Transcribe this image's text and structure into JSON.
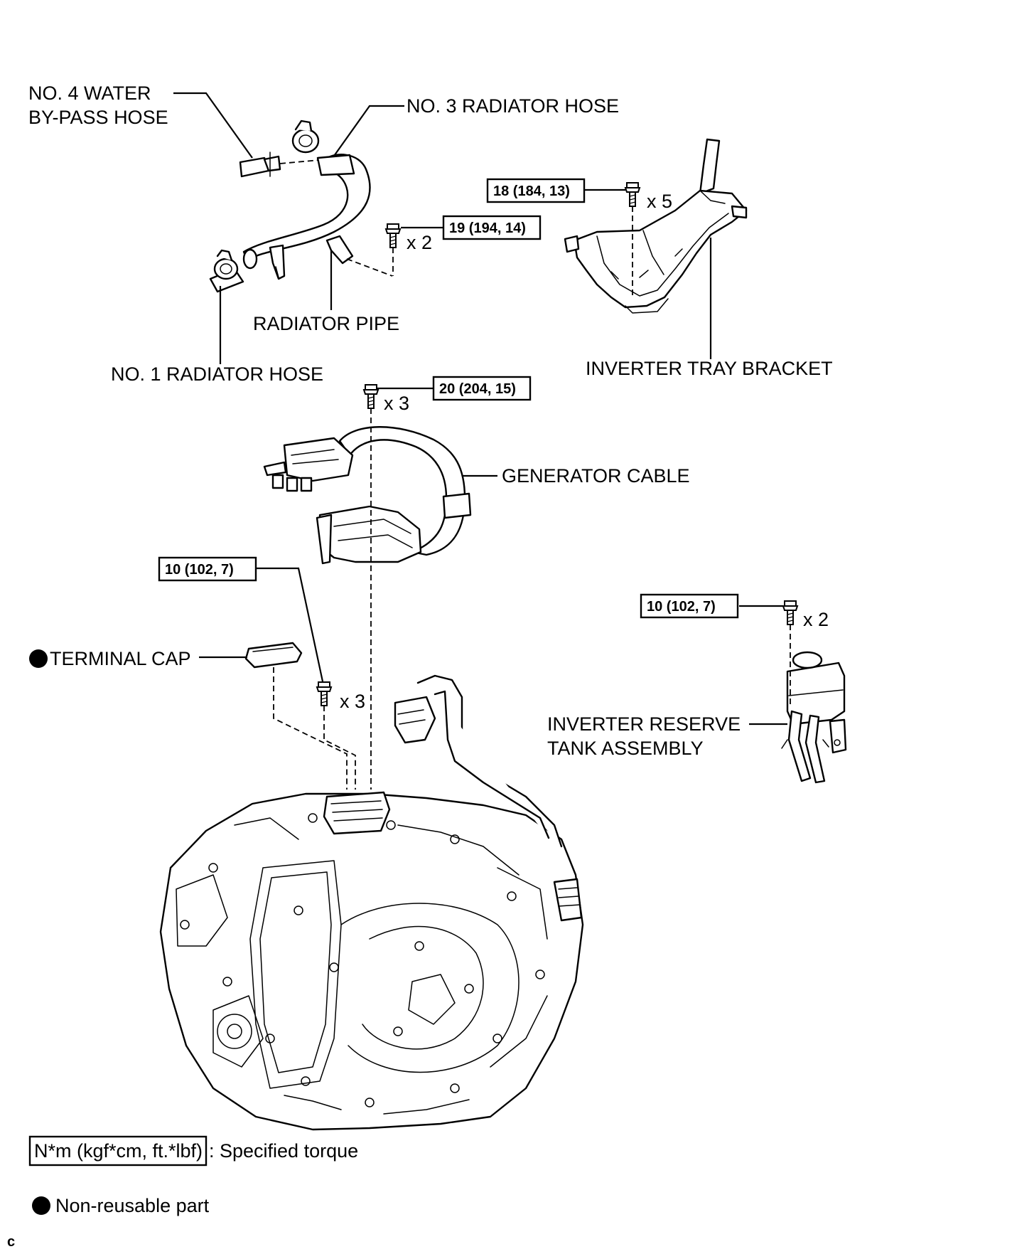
{
  "labels": {
    "no4_water_bypass_hose_line1": "NO. 4 WATER",
    "no4_water_bypass_hose_line2": "BY-PASS HOSE",
    "no3_radiator_hose": "NO. 3 RADIATOR HOSE",
    "radiator_pipe": "RADIATOR PIPE",
    "no1_radiator_hose": "NO. 1 RADIATOR HOSE",
    "inverter_tray_bracket": "INVERTER TRAY BRACKET",
    "generator_cable": "GENERATOR CABLE",
    "terminal_cap": "TERMINAL CAP",
    "inverter_reserve_tank_line1": "INVERTER RESERVE",
    "inverter_reserve_tank_line2": "TANK ASSEMBLY"
  },
  "torques": {
    "inverter_bracket_bolts": "18 (184, 13)",
    "radiator_pipe_bolts": "19 (194, 14)",
    "generator_cable_bolts": "20 (204, 15)",
    "terminal_cap_bolts": "10 (102, 7)",
    "reserve_tank_bolts": "10 (102, 7)"
  },
  "quantities": {
    "inverter_bracket_bolts": "x 5",
    "radiator_pipe_bolts": "x 2",
    "generator_cable_bolts": "x 3",
    "terminal_cap_bolts": "x 3",
    "reserve_tank_bolts": "x 2"
  },
  "legend": {
    "torque_box": "N*m (kgf*cm, ft.*lbf)",
    "torque_desc": ": Specified torque",
    "non_reusable_desc": "Non-reusable part"
  },
  "corner_mark": "c"
}
